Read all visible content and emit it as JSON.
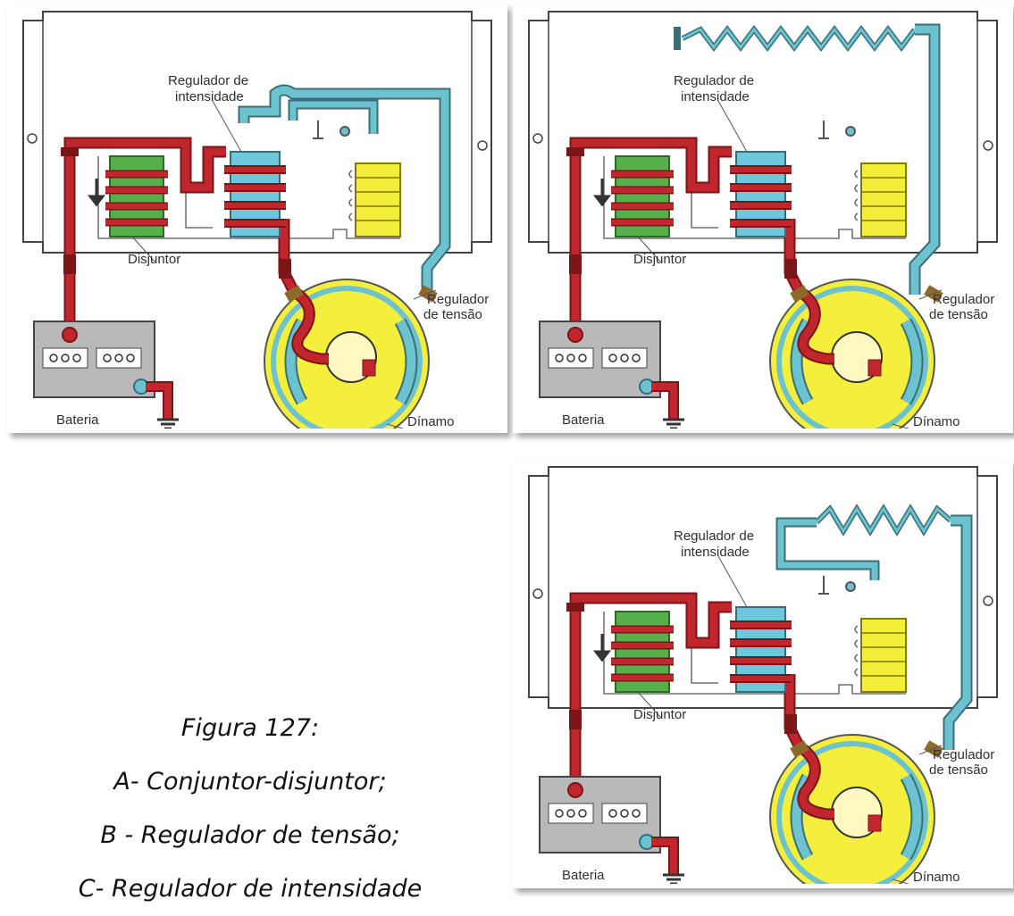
{
  "panels": [
    {
      "id": "A",
      "labels": {
        "intensity_regulator_line1": "Regulador de",
        "intensity_regulator_line2": "intensidade",
        "breaker": "Disjuntor",
        "voltage_regulator_line1": "Regulador",
        "voltage_regulator_line2": "de tensão",
        "battery": "Bateria",
        "dynamo": "Dínamo"
      }
    },
    {
      "id": "B",
      "labels": {
        "intensity_regulator_line1": "Regulador de",
        "intensity_regulator_line2": "intensidade",
        "breaker": "Disjuntor",
        "voltage_regulator_line1": "Regulador",
        "voltage_regulator_line2": "de tensão",
        "battery": "Bateria",
        "dynamo": "Dínamo"
      }
    },
    {
      "id": "C",
      "labels": {
        "intensity_regulator_line1": "Regulador de",
        "intensity_regulator_line2": "intensidade",
        "breaker": "Disjuntor",
        "voltage_regulator_line1": "Regulador",
        "voltage_regulator_line2": "de tensão",
        "battery": "Bateria",
        "dynamo": "Dínamo"
      }
    }
  ],
  "caption": {
    "line1": "Figura 127:",
    "line2": "A- Conjuntor-disjuntor;",
    "line3": "B - Regulador de tensão;",
    "line4": "C- Regulador de intensidade"
  },
  "colors": {
    "red_wire": "#c0262b",
    "blue_wire": "#6cc2cf",
    "green_coil": "#55b04a",
    "blue_coil": "#6ec8dc",
    "yellow_coil": "#f3ee3b",
    "dynamo_yellow": "#f4ee3d",
    "battery_gray": "#b9b9b9"
  }
}
